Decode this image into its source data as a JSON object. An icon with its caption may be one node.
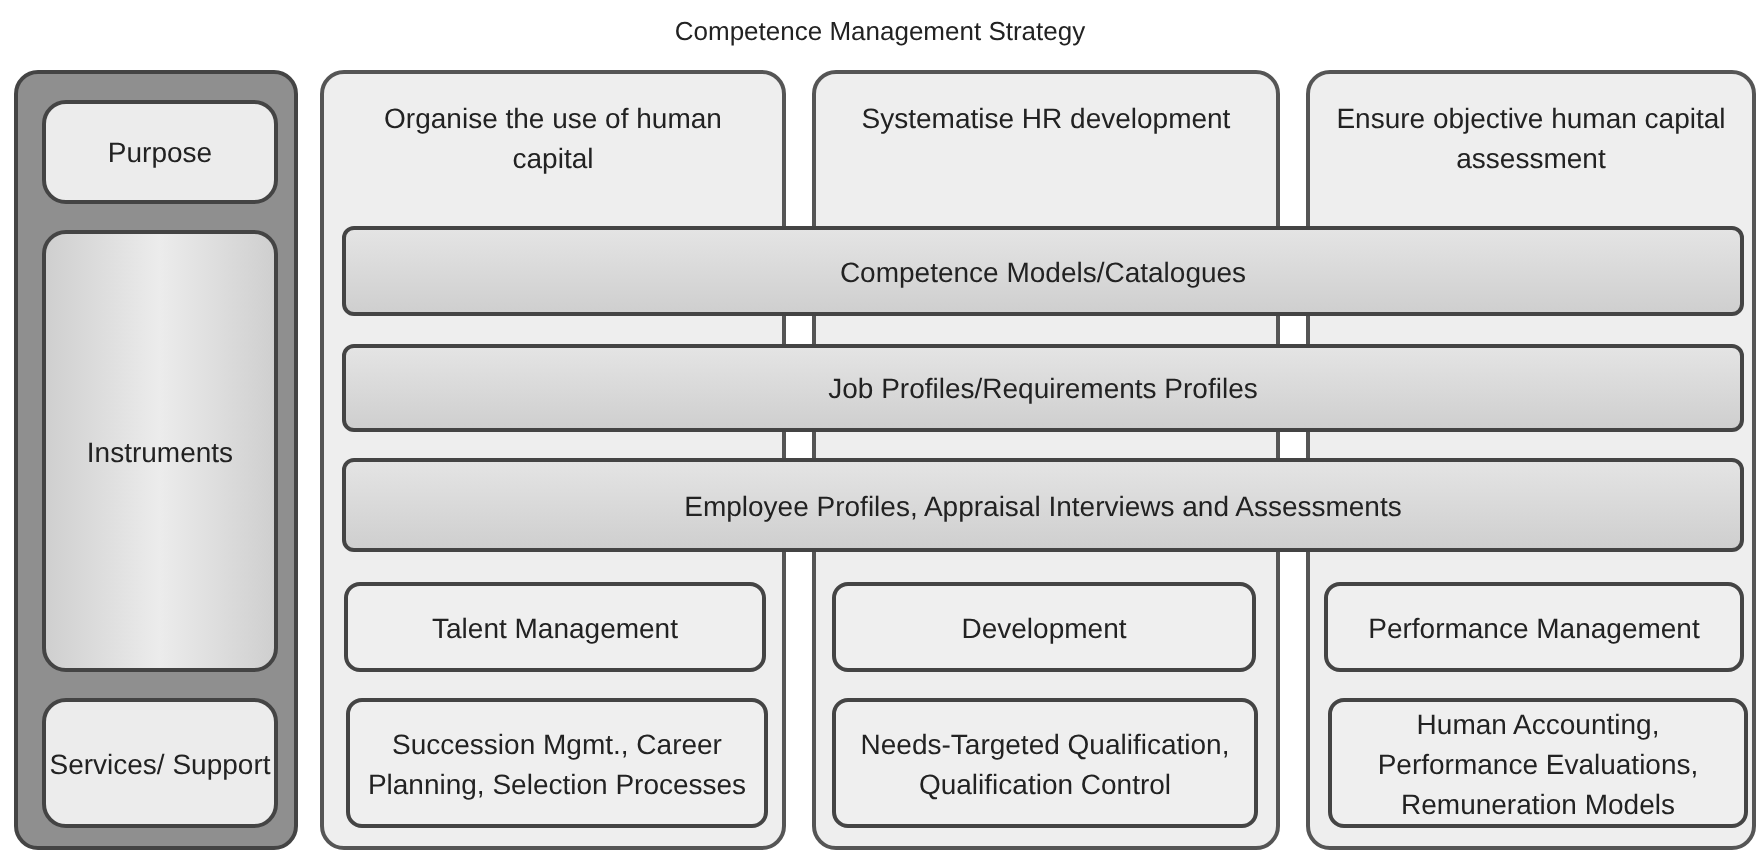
{
  "diagram": {
    "title": "Competence Management Strategy",
    "nodes": [
      {
        "text": [],
        "shape": "box"
      },
      {
        "text": [
          "Purpose"
        ],
        "in": 0
      },
      {
        "text": [
          "Instruments"
        ],
        "in": 0
      },
      {
        "text": [
          "Services/ Support"
        ],
        "in": 0
      },
      {
        "text": [
          "Organise the use of human capital"
        ]
      },
      {
        "text": [
          "Systematise HR development"
        ]
      },
      {
        "text": [
          "Ensure objective human capital assessment"
        ]
      },
      {
        "text": [
          "Competence Models/Catalogues"
        ]
      },
      {
        "text": [
          "Job Profiles/Requirements Profiles"
        ]
      },
      {
        "text": [
          "Employee Profiles, Appraisal Interviews and Assessments"
        ]
      },
      {
        "text": [
          "Talent Management"
        ],
        "in": 4
      },
      {
        "text": [
          "Succession Mgmt., Career Planning, Selection Processes"
        ],
        "in": 4
      },
      {
        "text": [
          "Development"
        ],
        "in": 5
      },
      {
        "text": [
          "Needs-Targeted Qualification, Qualification Control"
        ],
        "in": 5
      },
      {
        "text": [
          "Performance Management"
        ],
        "in": 6
      },
      {
        "text": [
          "Human Accounting, Performance Evaluations, Remuneration Models"
        ],
        "in": 6
      }
    ]
  }
}
